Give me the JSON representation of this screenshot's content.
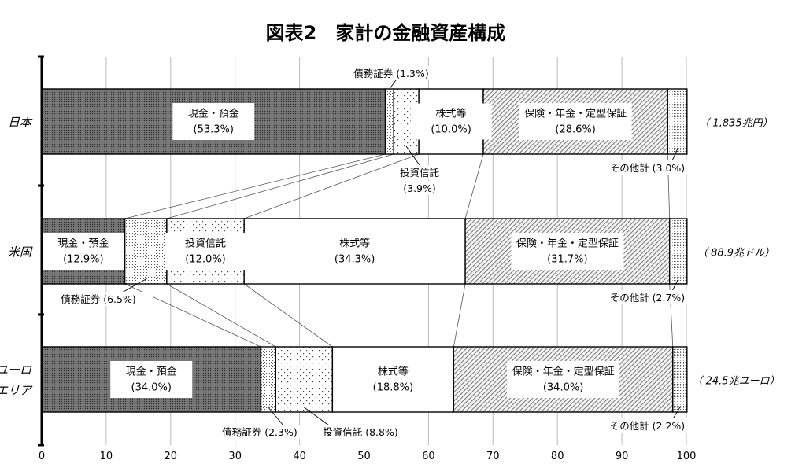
{
  "chart_data": {
    "type": "bar",
    "orientation": "horizontal",
    "stacked": true,
    "normalized": "percent",
    "title": "図表2　家計の金融資産構成",
    "xlim": [
      0,
      100
    ],
    "xticks": [
      "0",
      "10",
      "20",
      "30",
      "40",
      "50",
      "60",
      "70",
      "80",
      "90",
      "100"
    ],
    "categories": [
      {
        "lines": [
          "日本"
        ],
        "total": "（ 1,835兆円）"
      },
      {
        "lines": [
          "米国"
        ],
        "total": "（ 88.9兆ドル）"
      },
      {
        "lines": [
          "ユーロ",
          "エリア"
        ],
        "total": "（ 24.5兆ユーロ）"
      }
    ],
    "series": [
      {
        "name": "現金・預金",
        "pattern": "dots-dark",
        "values": [
          53.3,
          12.9,
          34.0
        ],
        "labels": [
          [
            "現金・預金",
            "(53.3%)"
          ],
          [
            "現金・預金",
            "(12.9%)"
          ],
          [
            "現金・預金",
            "(34.0%)"
          ]
        ]
      },
      {
        "name": "債務証券",
        "pattern": "dots-medium",
        "values": [
          1.3,
          6.5,
          2.3
        ],
        "labels": [
          [
            "債務証券 (1.3%)"
          ],
          [
            "債務証券 (6.5%)"
          ],
          [
            "債務証券 (2.3%)"
          ]
        ]
      },
      {
        "name": "投資信託",
        "pattern": "dots-sparse",
        "values": [
          3.9,
          12.0,
          8.8
        ],
        "labels": [
          [
            "投資信託",
            "(3.9%)"
          ],
          [
            "投資信託",
            "(12.0%)"
          ],
          [
            "投資信託 (8.8%)"
          ]
        ]
      },
      {
        "name": "株式等",
        "pattern": "white",
        "values": [
          10.0,
          34.3,
          18.8
        ],
        "labels": [
          [
            "株式等",
            "(10.0%)"
          ],
          [
            "株式等",
            "(34.3%)"
          ],
          [
            "株式等",
            "(18.8%)"
          ]
        ]
      },
      {
        "name": "保険・年金・定型保証",
        "pattern": "hatch",
        "values": [
          28.6,
          31.7,
          34.0
        ],
        "labels": [
          [
            "保険・年金・定型保証",
            "(28.6%)"
          ],
          [
            "保険・年金・定型保証",
            "(31.7%)"
          ],
          [
            "保険・年金・定型保証",
            "(34.0%)"
          ]
        ]
      },
      {
        "name": "その他計",
        "pattern": "grid",
        "values": [
          3.0,
          2.7,
          2.2
        ],
        "labels": [
          [
            "その他計 (3.0%)"
          ],
          [
            "その他計 (2.7%)"
          ],
          [
            "その他計 (2.2%)"
          ]
        ]
      }
    ]
  }
}
